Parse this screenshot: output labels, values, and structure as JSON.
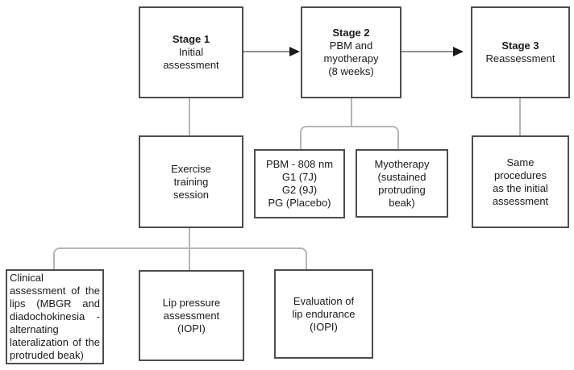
{
  "diagram": {
    "stage1": {
      "title": "Stage 1",
      "body": "Initial\nassessment"
    },
    "stage2": {
      "title": "Stage 2",
      "body": "PBM and\nmyotherapy\n(8 weeks)"
    },
    "stage3": {
      "title": "Stage 3",
      "body": "Reassessment"
    },
    "exercise": {
      "body": "Exercise\ntraining\nsession"
    },
    "pbm": {
      "body": "PBM - 808 nm\nG1 (7J)\nG2 (9J)\nPG (Placebo)"
    },
    "myotherapy": {
      "body": "Myotherapy\n(sustained\nprotruding\nbeak)"
    },
    "same_procedures": {
      "body": "Same\nprocedures\nas the initial\nassessment"
    },
    "clinical_assessment": {
      "body": "Clinical assessment of the lips (MBGR and diadochokinesia - alternating lateralization of the protruded beak)"
    },
    "lip_pressure": {
      "body": "Lip pressure\nassessment\n(IOPI)"
    },
    "lip_endurance": {
      "body": "Evaluation of\nlip endurance\n(IOPI)"
    }
  },
  "colors": {
    "box_border": "#4d4d4d",
    "connector": "#b5b5b5",
    "arrow_shaft": "#8f8f8f",
    "arrow_head": "#1a1a1a"
  }
}
